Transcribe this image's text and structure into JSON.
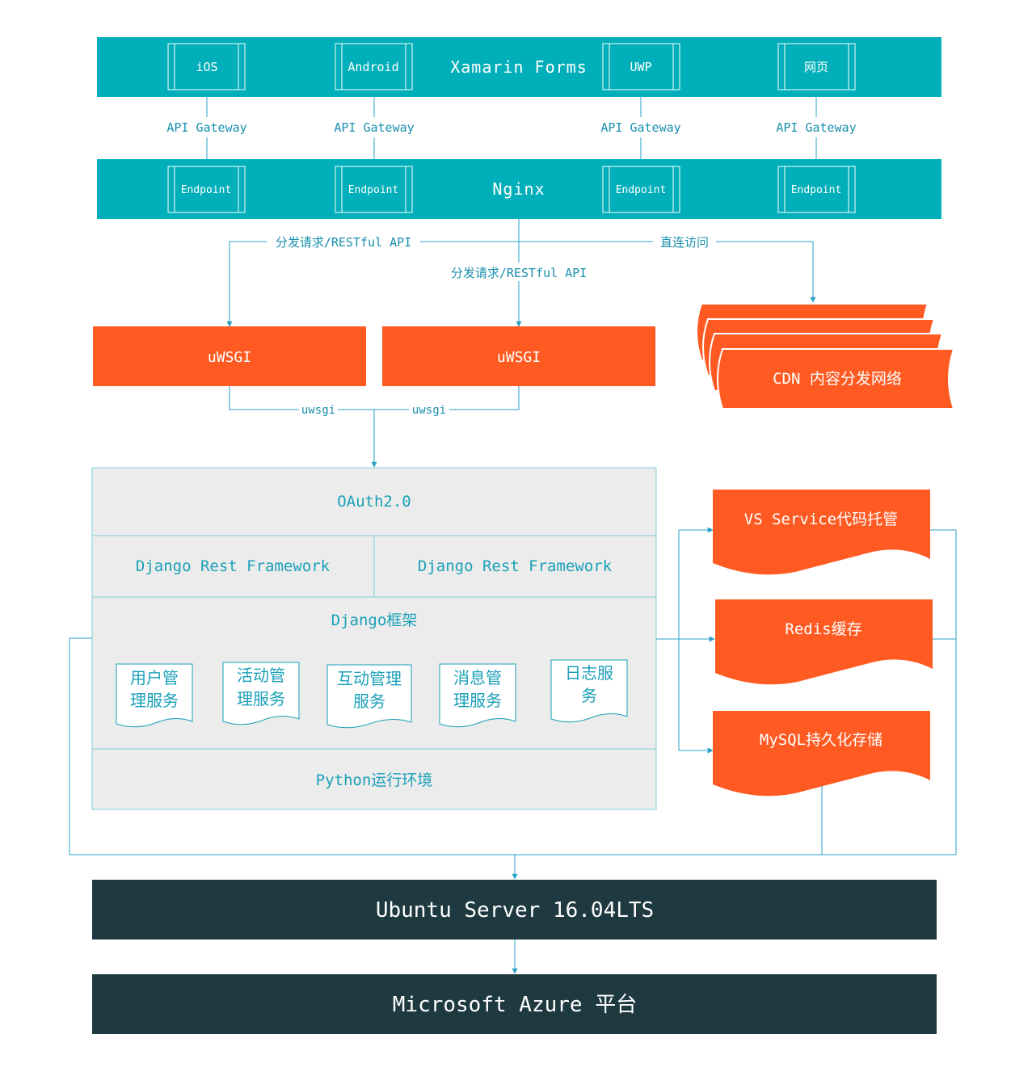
{
  "colors": {
    "teal": "#00afb9",
    "orange": "#ff5a22",
    "dark": "#1e3a40",
    "panel": "#ececec",
    "panel_border": "#7fcfd8",
    "line": "#2aa0c8",
    "teal_text": "#1aa0b8"
  },
  "clients": {
    "bar_title": "Xamarin Forms",
    "platforms": [
      "iOS",
      "Android",
      "UWP",
      "网页"
    ]
  },
  "gateways": [
    "API Gateway",
    "API Gateway",
    "API Gateway",
    "API Gateway"
  ],
  "nginx": {
    "bar_title": "Nginx",
    "endpoints": [
      "Endpoint",
      "Endpoint",
      "Endpoint",
      "Endpoint"
    ]
  },
  "routing": {
    "left_label": "分发请求/RESTful API",
    "center_label": "分发请求/RESTful API",
    "cdn_label": "直连访问"
  },
  "uwsgi": {
    "left": "uWSGI",
    "right": "uWSGI",
    "link_left": "uwsgi",
    "link_right": "uwsgi"
  },
  "cdn": {
    "label": "CDN 内容分发网络"
  },
  "app": {
    "oauth": "OAuth2.0",
    "drf_left": "Django Rest Framework",
    "drf_right": "Django Rest Framework",
    "django": "Django框架",
    "services": [
      [
        "用户管",
        "理服务"
      ],
      [
        "活动管",
        "理服务"
      ],
      [
        "互动管理",
        "服务"
      ],
      [
        "消息管",
        "理服务"
      ],
      [
        "日志服",
        "务"
      ]
    ],
    "python": "Python运行环境"
  },
  "storage": {
    "vs": "VS Service代码托管",
    "redis": "Redis缓存",
    "mysql": "MySQL持久化存储"
  },
  "platform": {
    "ubuntu": "Ubuntu Server 16.04LTS",
    "azure": "Microsoft Azure 平台"
  }
}
